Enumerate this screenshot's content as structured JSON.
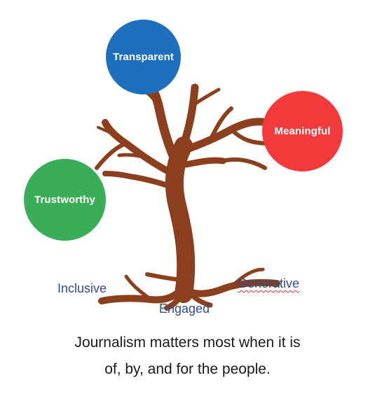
{
  "nodes": {
    "transparent": {
      "label": "Transparent",
      "color": "#1f6fbf"
    },
    "meaningful": {
      "label": "Meaningful",
      "color": "#f23a3a"
    },
    "trustworthy": {
      "label": "Trustworthy",
      "color": "#3aad58"
    }
  },
  "roots": {
    "inclusive": "Inclusive",
    "engaged": "Engaged",
    "generative": "Generative"
  },
  "caption": {
    "line1": "Journalism matters most when it is",
    "line2": "of, by, and for the people."
  },
  "colors": {
    "trunk": "#8b3f1c",
    "root_text": "#2e4d8c"
  }
}
